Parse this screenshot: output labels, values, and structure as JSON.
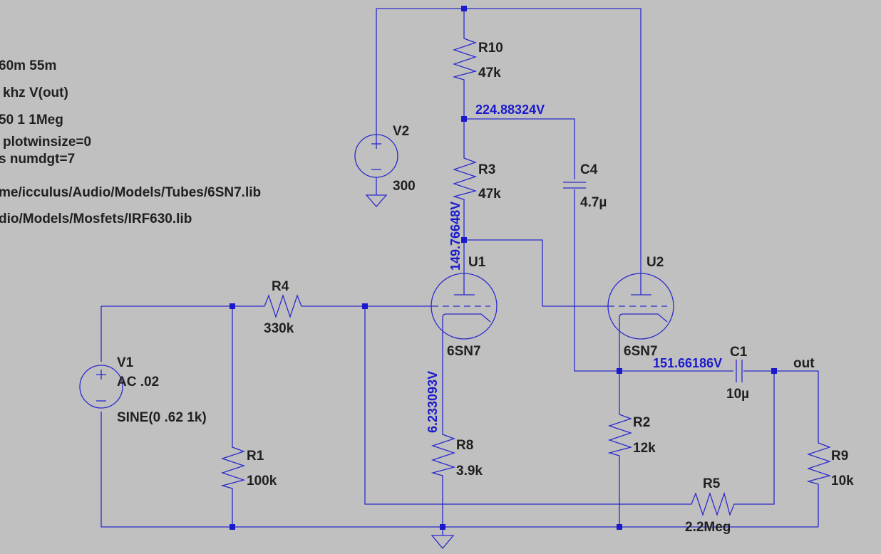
{
  "directives": [
    "60m 55m",
    " khz V(out)",
    "50 1 1Meg",
    " plotwinsize=0",
    "s numdgt=7",
    "me/icculus/Audio/Models/Tubes/6SN7.lib",
    "dio/Models/Mosfets/IRF630.lib"
  ],
  "components": {
    "r10": {
      "name": "R10",
      "value": "47k"
    },
    "r3": {
      "name": "R3",
      "value": "47k"
    },
    "r4": {
      "name": "R4",
      "value": "330k"
    },
    "r1": {
      "name": "R1",
      "value": "100k"
    },
    "r8": {
      "name": "R8",
      "value": "3.9k"
    },
    "r2": {
      "name": "R2",
      "value": "12k"
    },
    "r5": {
      "name": "R5",
      "value": "2.2Meg"
    },
    "r9": {
      "name": "R9",
      "value": "10k"
    },
    "c4": {
      "name": "C4",
      "value": "4.7µ"
    },
    "c1": {
      "name": "C1",
      "value": "10µ"
    },
    "v2": {
      "name": "V2",
      "value": "300"
    },
    "v1": {
      "name": "V1",
      "value": "AC .02",
      "value2": "SINE(0 .62 1k)"
    },
    "u1": {
      "name": "U1",
      "model": "6SN7"
    },
    "u2": {
      "name": "U2",
      "model": "6SN7"
    }
  },
  "net_labels": {
    "out": "out"
  },
  "voltages": {
    "node_r10_r3": "224.88324V",
    "u1_plate": "149.76648V",
    "u1_cathode": "6.233093V",
    "u2_cathode": "151.66186V"
  },
  "colors": {
    "background": "#c0c0c0",
    "wire": "#2a2acc",
    "voltage_text": "#1a1acc",
    "label_text": "#202020"
  }
}
